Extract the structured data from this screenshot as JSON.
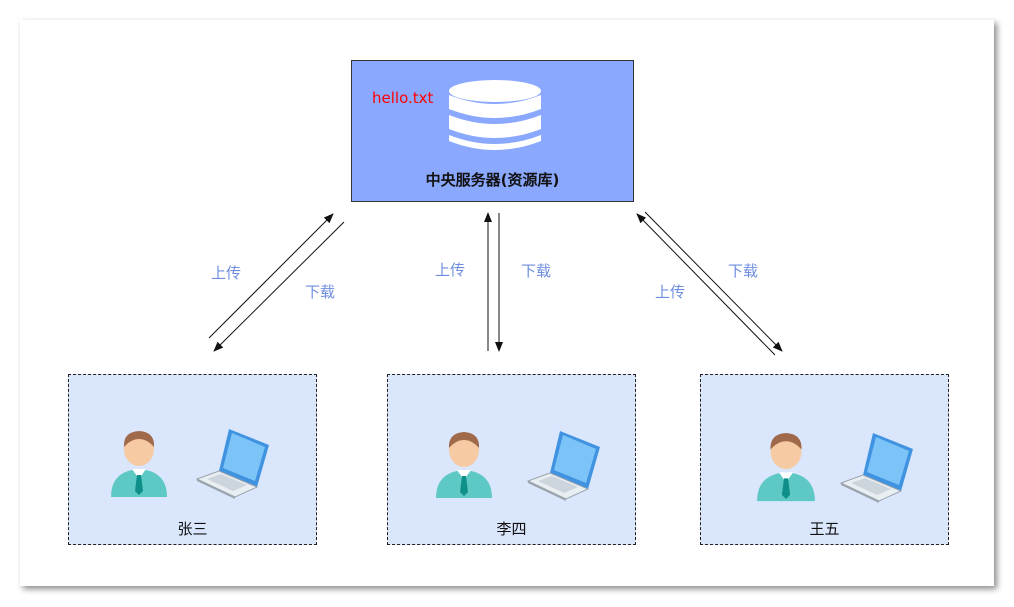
{
  "server": {
    "file": "hello.txt",
    "label": "中央服务器(资源库)",
    "icon": "database-icon"
  },
  "clients": [
    {
      "name": "张三",
      "person_icon": "user-icon",
      "device_icon": "laptop-icon"
    },
    {
      "name": "李四",
      "person_icon": "user-icon",
      "device_icon": "laptop-icon"
    },
    {
      "name": "王五",
      "person_icon": "user-icon",
      "device_icon": "laptop-icon"
    }
  ],
  "edges": [
    {
      "client": "张三",
      "upload": "上传",
      "download": "下载"
    },
    {
      "client": "李四",
      "upload": "上传",
      "download": "下载"
    },
    {
      "client": "王五",
      "upload": "上传",
      "download": "下载"
    }
  ],
  "colors": {
    "server_fill": "#8ba8ff",
    "client_fill": "#dae6fc",
    "file_text": "#ff0000",
    "edge_label": "#6f8ee0"
  }
}
